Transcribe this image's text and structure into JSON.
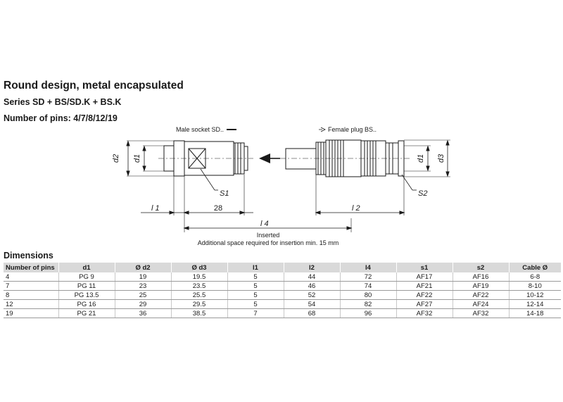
{
  "title": "Round design, metal encapsulated",
  "series": "Series SD + BS/SD.K + BS.K",
  "pins": "Number of pins: 4/7/8/12/19",
  "drawing": {
    "male_label": "Male socket SD..",
    "female_label": "Female plug BS..",
    "d2": "d2",
    "d1": "d1",
    "d3": "d3",
    "s1": "S1",
    "s2": "S2",
    "l1": "l 1",
    "l2": "l 2",
    "l4": "l 4",
    "len28": "28",
    "inserted": "Inserted",
    "additional": "Additional space required for insertion min. 15 mm"
  },
  "dimensions_title": "Dimensions",
  "table": {
    "headers": [
      "Number of pins",
      "d1",
      "Ø d2",
      "Ø d3",
      "l1",
      "l2",
      "l4",
      "s1",
      "s2",
      "Cable Ø"
    ],
    "rows": [
      [
        "4",
        "PG 9",
        "19",
        "19.5",
        "5",
        "44",
        "72",
        "AF17",
        "AF16",
        "6-8"
      ],
      [
        "7",
        "PG 11",
        "23",
        "23.5",
        "5",
        "46",
        "74",
        "AF21",
        "AF19",
        "8-10"
      ],
      [
        "8",
        "PG 13.5",
        "25",
        "25.5",
        "5",
        "52",
        "80",
        "AF22",
        "AF22",
        "10-12"
      ],
      [
        "12",
        "PG 16",
        "29",
        "29.5",
        "5",
        "54",
        "82",
        "AF27",
        "AF24",
        "12-14"
      ],
      [
        "19",
        "PG 21",
        "36",
        "38.5",
        "7",
        "68",
        "96",
        "AF32",
        "AF32",
        "14-18"
      ]
    ]
  }
}
